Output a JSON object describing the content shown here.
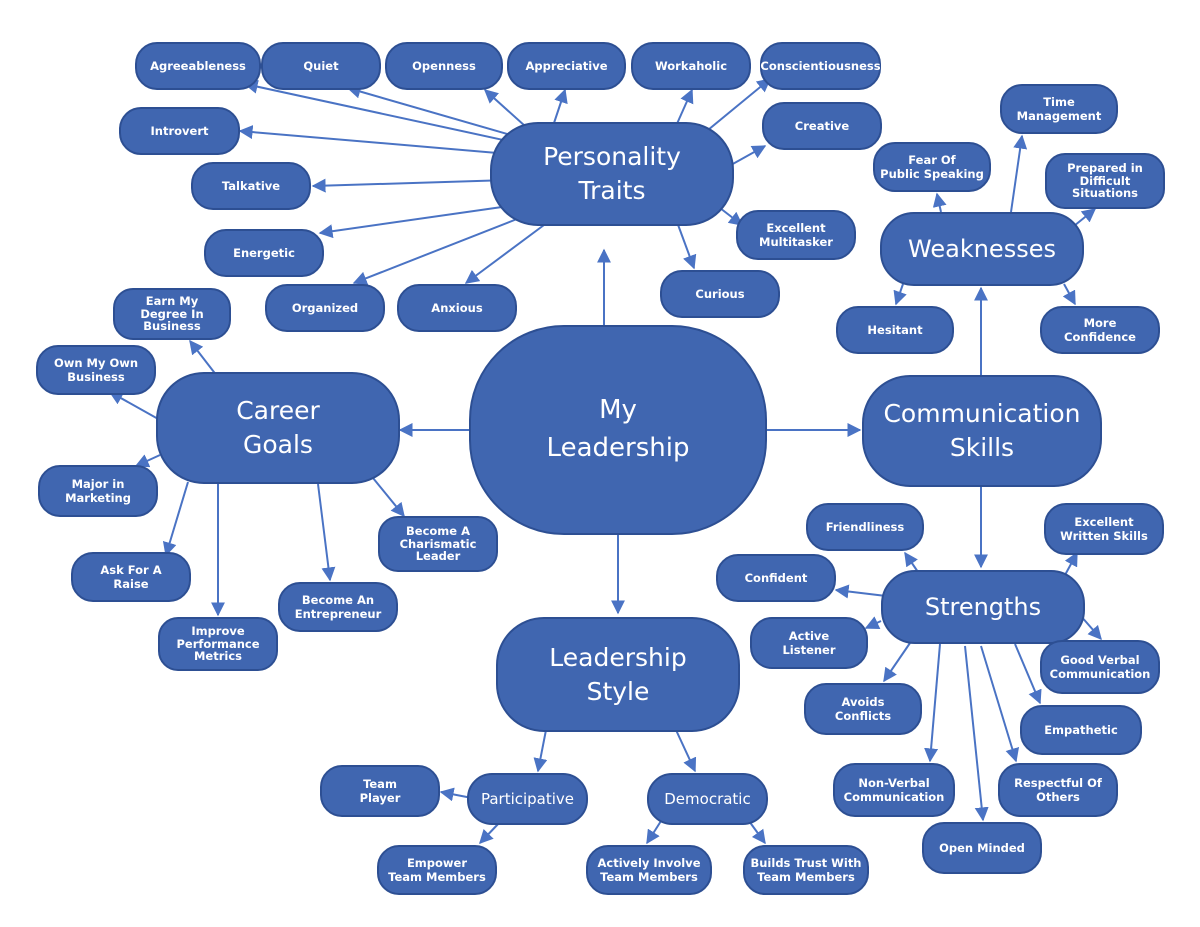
{
  "center": "My\nLeadership",
  "categories": {
    "personality_traits": "Personality\nTraits",
    "career_goals": "Career\nGoals",
    "communication_skills": "Communication\nSkills",
    "leadership_style": "Leadership\nStyle",
    "weaknesses": "Weaknesses",
    "strengths": "Strengths"
  },
  "personality_traits": {
    "agreeableness": "Agreeableness",
    "quiet": "Quiet",
    "openness": "Openness",
    "appreciative": "Appreciative",
    "workaholic": "Workaholic",
    "conscientiousness": "Conscientiousness",
    "introvert": "Introvert",
    "creative": "Creative",
    "talkative": "Talkative",
    "energetic": "Energetic",
    "excellent_multitasker": "Excellent\nMultitasker",
    "organized": "Organized",
    "anxious": "Anxious",
    "curious": "Curious"
  },
  "career_goals": {
    "earn_degree": "Earn My\nDegree In\nBusiness",
    "own_business": "Own My Own\nBusiness",
    "major_marketing": "Major in\nMarketing",
    "ask_raise": "Ask For A\nRaise",
    "improve_metrics": "Improve\nPerformance\nMetrics",
    "become_entrepreneur": "Become An\nEntrepreneur",
    "charismatic_leader": "Become A\nCharismatic\nLeader"
  },
  "weaknesses": {
    "time_management": "Time\nManagement",
    "fear_public_speaking": "Fear Of\nPublic Speaking",
    "prepared_difficult": "Prepared in\nDifficult\nSituations",
    "hesitant": "Hesitant",
    "more_confidence": "More Confidence"
  },
  "strengths": {
    "friendliness": "Friendliness",
    "excellent_written": "Excellent\nWritten Skills",
    "confident": "Confident",
    "active_listener": "Active\nListener",
    "good_verbal": "Good Verbal\nCommunication",
    "avoids_conflicts": "Avoids\nConflicts",
    "empathetic": "Empathetic",
    "non_verbal": "Non-Verbal\nCommunication",
    "respectful": "Respectful Of\nOthers",
    "open_minded": "Open Minded"
  },
  "leadership_style": {
    "participative": "Participative",
    "democratic": "Democratic",
    "team_player": "Team\nPlayer",
    "empower_team": "Empower\nTeam Members",
    "actively_involve": "Actively Involve\nTeam Members",
    "builds_trust": "Builds Trust With\nTeam Members"
  },
  "colors": {
    "node_fill": "#4066b0",
    "node_border": "#2d4f93",
    "connector": "#4a73c4",
    "text": "#ffffff"
  }
}
